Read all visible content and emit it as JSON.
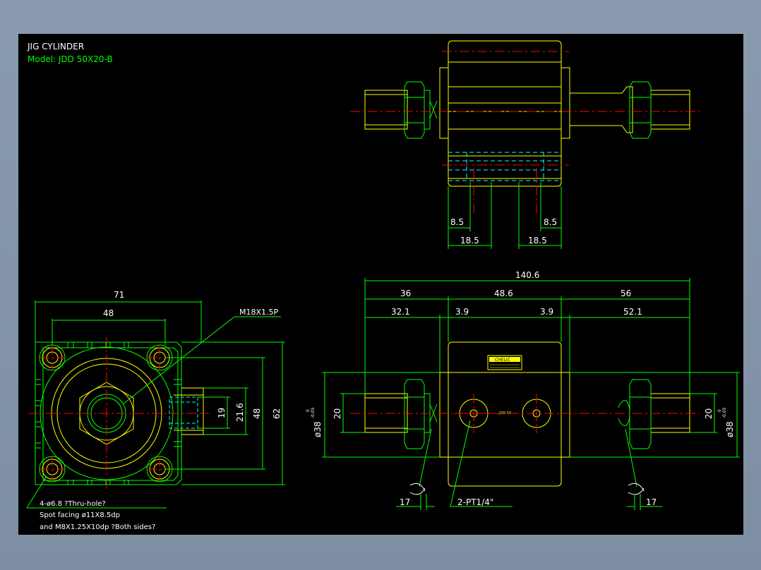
{
  "title": {
    "line1": "JIG CYLINDER",
    "line2": "Model:  JDD 50X20-B"
  },
  "colors": {
    "background": "#000000",
    "body_outline": "#ffff00",
    "dimension": "#00ff00",
    "centerline": "#ff0000",
    "hidden_line": "#00ffff",
    "text": "#ffffff"
  },
  "top_view": {
    "dim_left_small": "8.5",
    "dim_right_small": "8.5",
    "dim_left": "18.5",
    "dim_right": "18.5"
  },
  "front_view": {
    "dim_width": "71",
    "dim_bolt_pitch": "48",
    "dim_height": "62",
    "dim_bolt_pitch_v": "48",
    "dim_port_outer": "21.6",
    "dim_port_inner": "19",
    "thread_callout": "M18X1.5P",
    "note_holes": "4-ø6.8    ?Thru-hole?",
    "note_spot": "Spot facing  ø11X8.5dp",
    "note_tap": "and M8X1.25X10dp ?Both sides?"
  },
  "side_view": {
    "dim_overall": "140.6",
    "dim_left": "36",
    "dim_mid": "48.6",
    "dim_right": "56",
    "dim_left_rod": "32.1",
    "dim_left_gap": "3.9",
    "dim_right_gap": "3.9",
    "dim_right_rod": "52.1",
    "dim_rod_dia_left": "20",
    "dim_boss_left": "ø38",
    "tol_left_upper": "0",
    "tol_left_lower": "-0.05",
    "dim_rod_dia_right": "20",
    "dim_boss_right": "ø38",
    "tol_right_upper": "0",
    "tol_right_lower": "-0.05",
    "wrench_left": "17",
    "wrench_right": "17",
    "port_callout": "2-PT1/4\"",
    "label_brand": "CHELIC",
    "label_model": "JDD 50"
  }
}
